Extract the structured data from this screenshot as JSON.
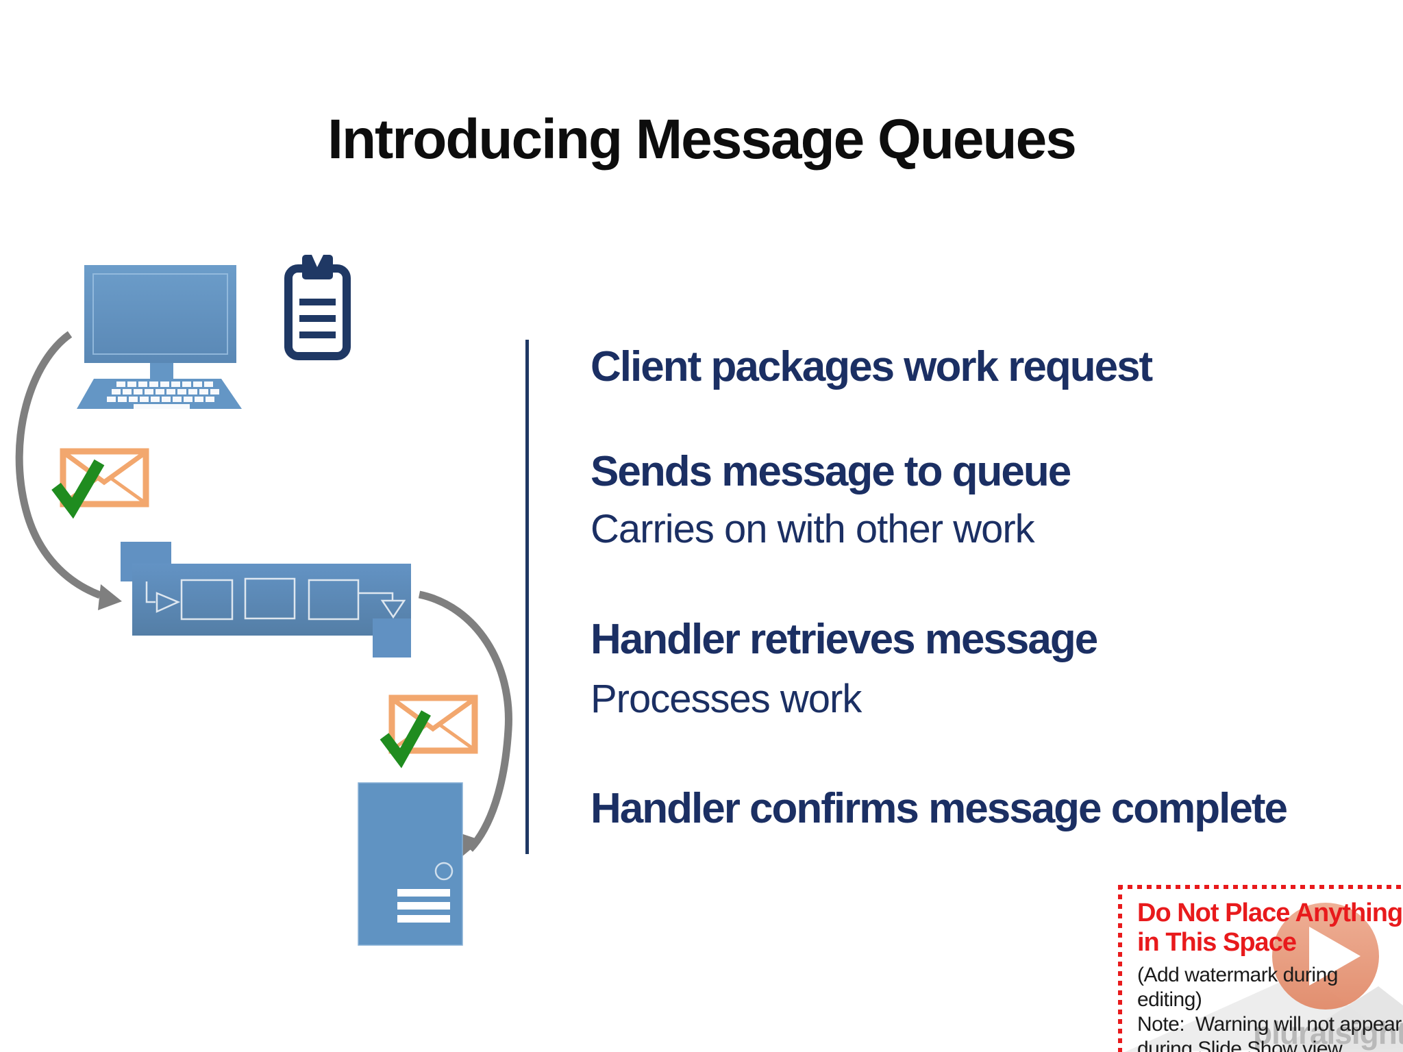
{
  "title": "Introducing Message Queues",
  "bullets": {
    "client": "Client packages work request",
    "sends": "Sends message to queue",
    "carries": "Carries on with other work",
    "retrieves": "Handler retrieves message",
    "processes": "Processes work",
    "confirms": "Handler confirms message complete"
  },
  "warning": {
    "lines": [
      "Do Not Place Anything",
      "in This Space",
      "(Add watermark during",
      "editing)",
      "Note:  Warning will not appear",
      "during Slide Show view."
    ]
  },
  "watermark": {
    "brand": "pluralsight"
  },
  "icons": {
    "client": "computer-icon",
    "work_request": "clipboard-icon",
    "message_sent": "envelope-check-icon",
    "queue": "message-queue-icon",
    "handler": "server-icon",
    "flow": "curved-arrow-icon",
    "brand_mark": "play-button-icon"
  },
  "colors": {
    "icon_blue": "#6496c5",
    "navy_text": "#1b2f63",
    "divider_navy": "#1f3864",
    "envelope_orange": "#f2a76e",
    "check_green": "#1f8c1f",
    "arrow_gray": "#7f7f7f",
    "warning_red": "#e81a1c",
    "watermark_salmon": "#e79a7d",
    "watermark_gray": "#b9b9b9"
  }
}
